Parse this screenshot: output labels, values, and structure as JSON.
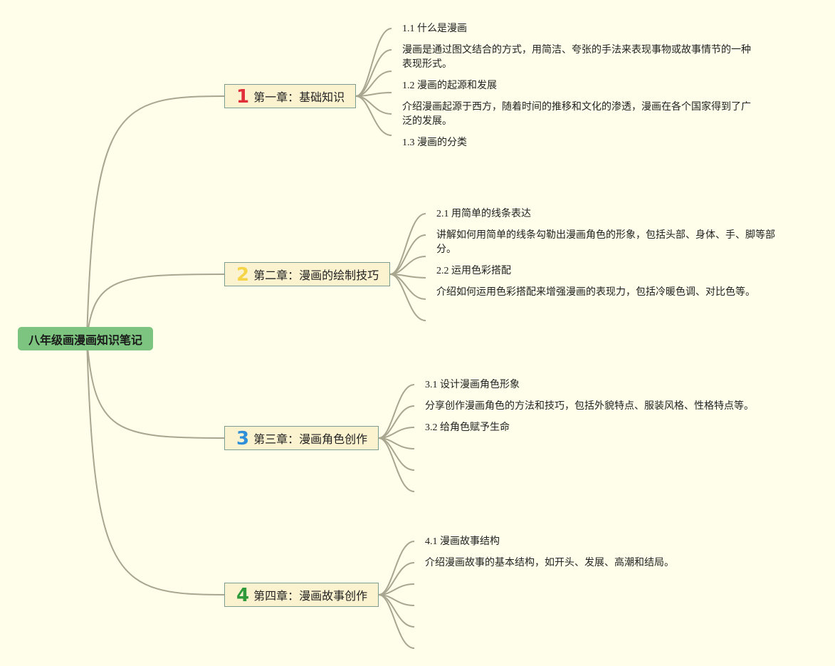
{
  "root": {
    "label": "八年级画漫画知识笔记",
    "color": "#7cc47f"
  },
  "chapters": [
    {
      "number": "1",
      "number_color": "#e0313b",
      "label": "第一章：基础知识",
      "items": [
        {
          "text": "1.1 什么是漫画"
        },
        {
          "text": "漫画是通过图文结合的方式，用简洁、夸张的手法来表现事物或故事情节的一种",
          "text2": "表现形式。"
        },
        {
          "text": "1.2 漫画的起源和发展"
        },
        {
          "text": "介绍漫画起源于西方，随着时间的推移和文化的渗透，漫画在各个国家得到了广",
          "text2": "泛的发展。"
        },
        {
          "text": "1.3 漫画的分类"
        },
        {
          "text": ""
        }
      ]
    },
    {
      "number": "2",
      "number_color": "#f5d547",
      "label": "第二章：漫画的绘制技巧",
      "items": [
        {
          "text": "2.1 用简单的线条表达"
        },
        {
          "text": "讲解如何用简单的线条勾勒出漫画角色的形象，包括头部、身体、手、脚等部",
          "text2": "分。"
        },
        {
          "text": "2.2 运用色彩搭配"
        },
        {
          "text": "介绍如何运用色彩搭配来增强漫画的表现力，包括冷暖色调、对比色等。"
        },
        {
          "text": ""
        },
        {
          "text": ""
        }
      ]
    },
    {
      "number": "3",
      "number_color": "#2f8fd8",
      "label": "第三章：漫画角色创作",
      "items": [
        {
          "text": "3.1 设计漫画角色形象"
        },
        {
          "text": "分享创作漫画角色的方法和技巧，包括外貌特点、服装风格、性格特点等。"
        },
        {
          "text": "3.2 给角色赋予生命"
        },
        {
          "text": ""
        },
        {
          "text": ""
        },
        {
          "text": ""
        }
      ]
    },
    {
      "number": "4",
      "number_color": "#2e9a3a",
      "label": "第四章：漫画故事创作",
      "items": [
        {
          "text": "4.1 漫画故事结构"
        },
        {
          "text": "介绍漫画故事的基本结构，如开头、发展、高潮和结局。"
        },
        {
          "text": ""
        },
        {
          "text": ""
        },
        {
          "text": ""
        },
        {
          "text": ""
        }
      ]
    }
  ],
  "link_color": "#a9a690"
}
